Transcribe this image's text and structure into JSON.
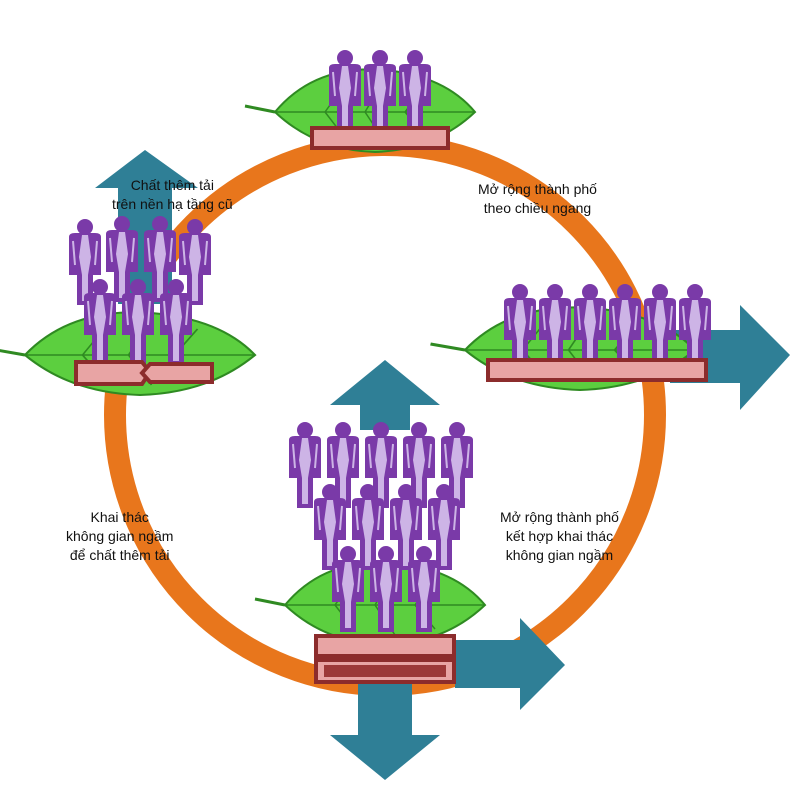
{
  "colors": {
    "ring": "#e8761c",
    "arrow": "#2f7f96",
    "leaf": "#5ccf3f",
    "leaf_vein": "#2f8a22",
    "leaf_stroke": "#2f8a22",
    "person": "#7a3aa8",
    "person_highlight": "#cdb4e6",
    "platform_fill": "#e8a4a4",
    "platform_border": "#8c2c2c"
  },
  "stages": [
    {
      "id": "top",
      "label_lines": []
    },
    {
      "id": "right",
      "label_lines": []
    },
    {
      "id": "bottom",
      "label_lines": []
    },
    {
      "id": "left",
      "label_lines": []
    }
  ],
  "labels": {
    "horizontal": {
      "lines": [
        "Mở rộng thành phố",
        "theo chiều ngang"
      ]
    },
    "combined": {
      "lines": [
        "Mở rộng thành phố",
        "kết hợp khai thác",
        "không gian ngầm"
      ]
    },
    "underground": {
      "lines": [
        "Khai thác",
        "không gian ngầm",
        "để chất thêm tải"
      ]
    },
    "densify": {
      "lines": [
        "Chất thêm tải",
        "trên nền hạ tầng cũ"
      ]
    }
  }
}
